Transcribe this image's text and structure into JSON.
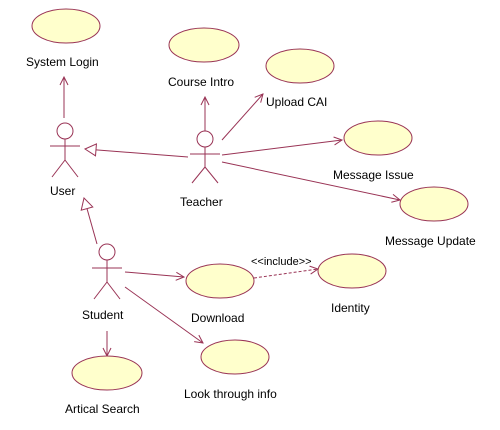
{
  "colors": {
    "line": "#993355",
    "use_case_fill": "#ffffcc",
    "text": "#000000"
  },
  "actors": {
    "user": "User",
    "teacher": "Teacher",
    "student": "Student"
  },
  "use_cases": {
    "system_login": "System Login",
    "course_intro": "Course Intro",
    "upload_cai": "Upload CAI",
    "message_issue": "Message Issue",
    "message_update": "Message Update",
    "download": "Download",
    "identity": "Identity",
    "look_through_info": "Look through info",
    "artical_search": "Artical Search"
  },
  "relationships": {
    "include_label": "<<include>>"
  }
}
